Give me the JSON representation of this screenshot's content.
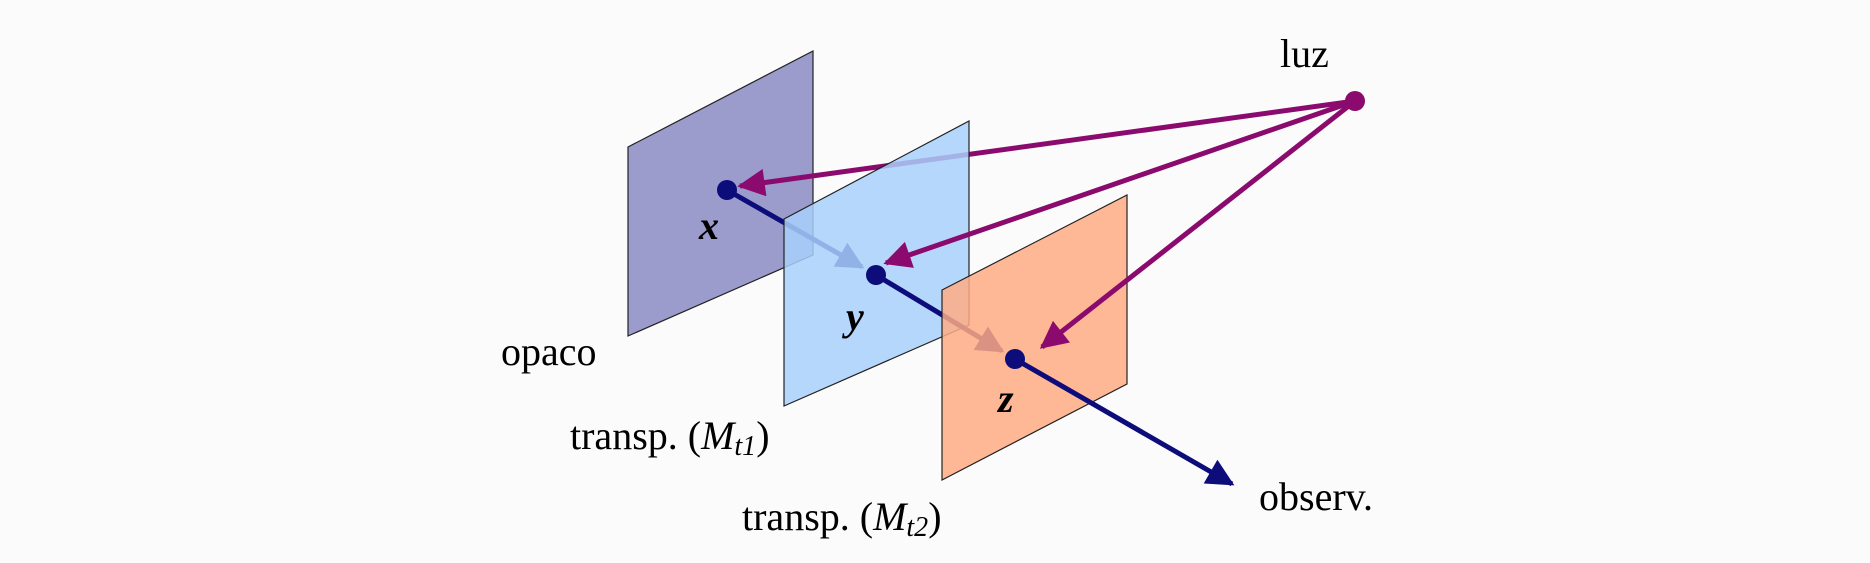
{
  "labels": {
    "light": "luz",
    "observer": "observ.",
    "opaque": "opaco",
    "transp1": {
      "prefix": "transp. (",
      "var": "M",
      "sub": "t1",
      "suffix": ")"
    },
    "transp2": {
      "prefix": "transp. (",
      "var": "M",
      "sub": "t2",
      "suffix": ")"
    }
  },
  "points": {
    "x": "x",
    "y": "y",
    "z": "z"
  },
  "colors": {
    "opaque_plane": "#9b9bcc",
    "transp1_plane": "#a8d0fa",
    "transp2_plane": "#ffab84",
    "light_rays": "#8b0a6e",
    "view_path": "#0c0c7a",
    "background": "#fbfbfb"
  }
}
